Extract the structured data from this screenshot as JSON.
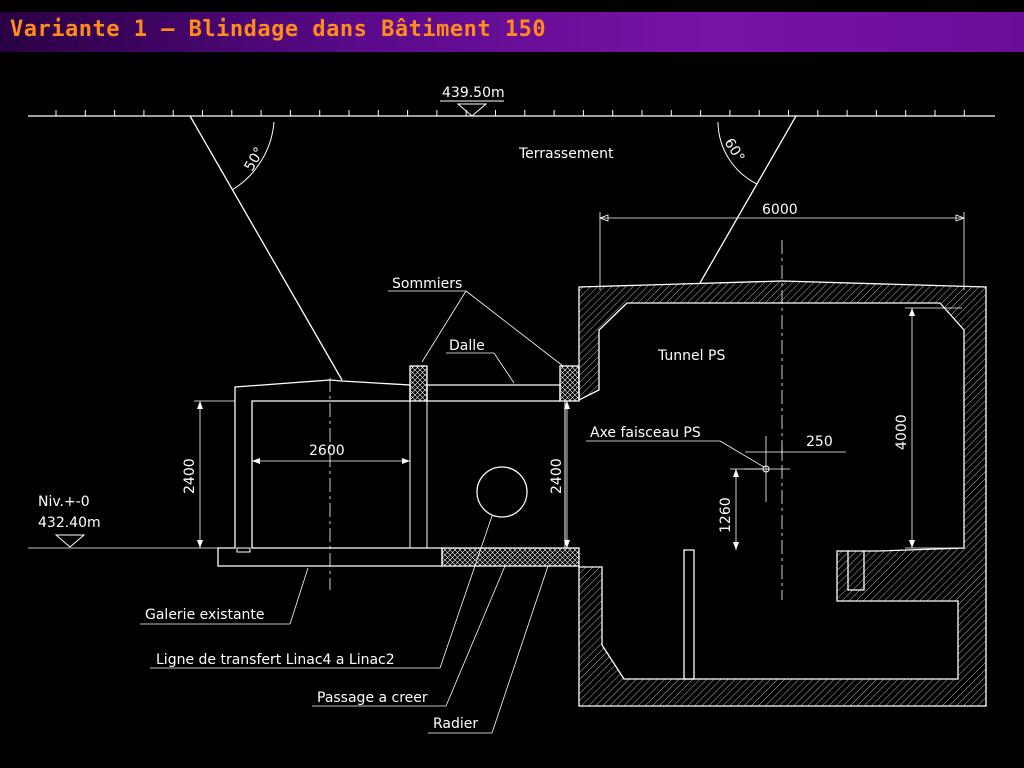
{
  "slide": {
    "title": "Variante 1 – Blindage dans Bâtiment 150"
  },
  "drawing": {
    "labels": {
      "ground_level": "439.50m",
      "earthwork": "Terrassement",
      "angle_left": "50°",
      "angle_right": "60°",
      "width_6000": "6000",
      "beams": "Sommiers",
      "slab": "Dalle",
      "tunnel": "Tunnel PS",
      "beam_axis": "Axe faisceau PS",
      "dim_250": "250",
      "dim_4000": "4000",
      "dim_1260": "1260",
      "dim_2600": "2600",
      "dim_2400_left": "2400",
      "dim_2400_mid": "2400",
      "niv_label": "Niv.+-0",
      "niv_value": "432.40m",
      "existing_gallery": "Galerie existante",
      "transfer_line": "Ligne de transfert Linac4 a Linac2",
      "passage": "Passage a creer",
      "raft": "Radier"
    },
    "colors": {
      "background": "#000000",
      "line": "#ffffff",
      "title_text": "#ff8c1a",
      "title_bar": "#6a0c9a"
    }
  }
}
